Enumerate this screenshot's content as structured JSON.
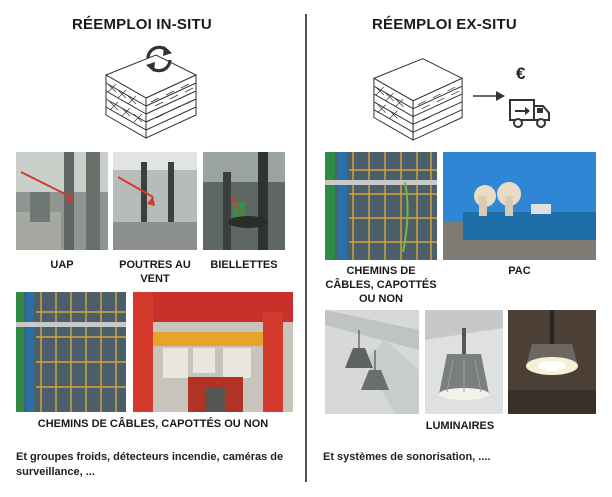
{
  "left": {
    "title": "RÉEMPLOI IN-SITU",
    "labels": {
      "uap": "UAP",
      "poutres": "POUTRES AU VENT",
      "biellettes": "BIELLETTES",
      "chemins": "CHEMINS DE CÂBLES, CAPOTTÉS OU NON"
    },
    "footer": "Et groupes froids, détecteurs incendie, caméras de surveillance, ..."
  },
  "right": {
    "title": "RÉEMPLOI EX-SITU",
    "currency": "€",
    "labels": {
      "chemins": "CHEMINS DE CÂBLES, CAPOTTÉS OU NON",
      "pac": "PAC",
      "luminaires": "LUMINAIRES"
    },
    "footer": "Et systèmes de sonorisation, ...."
  },
  "icons": {
    "reuse": "refresh-cycle-icon",
    "arrow": "arrow-right-icon",
    "truck": "delivery-truck-icon",
    "building": "building-isometric-icon"
  }
}
